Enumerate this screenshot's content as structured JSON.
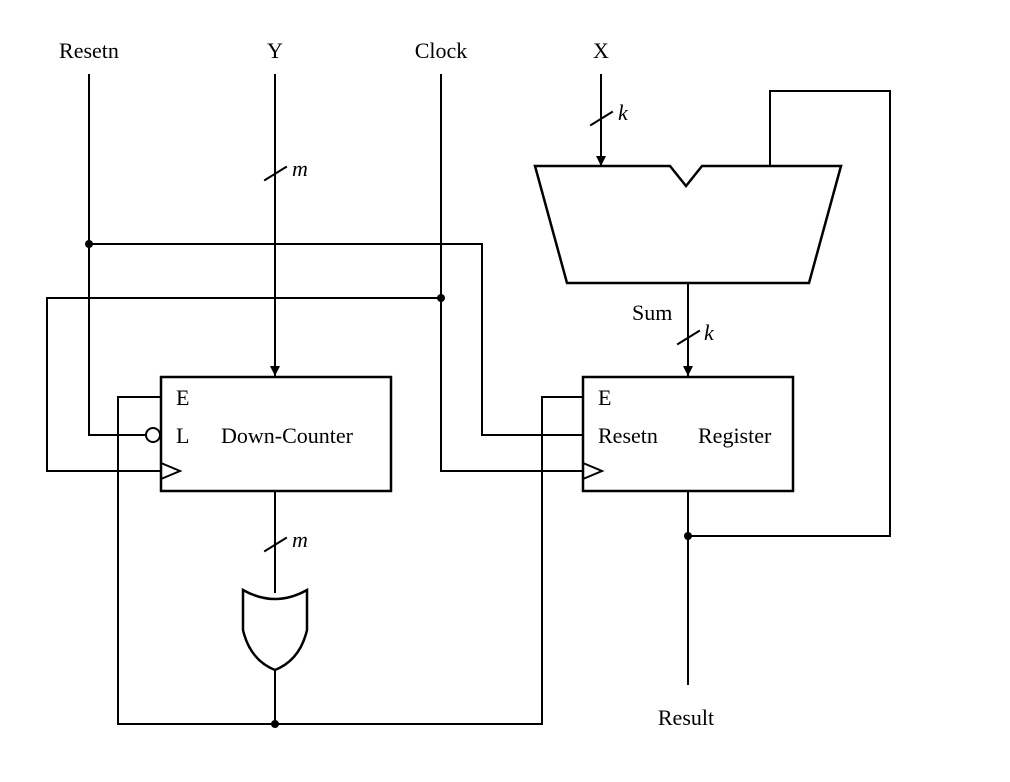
{
  "inputs": {
    "resetn": "Resetn",
    "y": "Y",
    "clock": "Clock",
    "x": "X"
  },
  "bus_widths": {
    "y": "m",
    "x": "k",
    "sum": "k",
    "counter_out": "m"
  },
  "signals": {
    "sum": "Sum",
    "result": "Result"
  },
  "down_counter": {
    "name": "Down-Counter",
    "port_e": "E",
    "port_l": "L"
  },
  "register": {
    "name": "Register",
    "port_e": "E",
    "port_resetn": "Resetn"
  }
}
